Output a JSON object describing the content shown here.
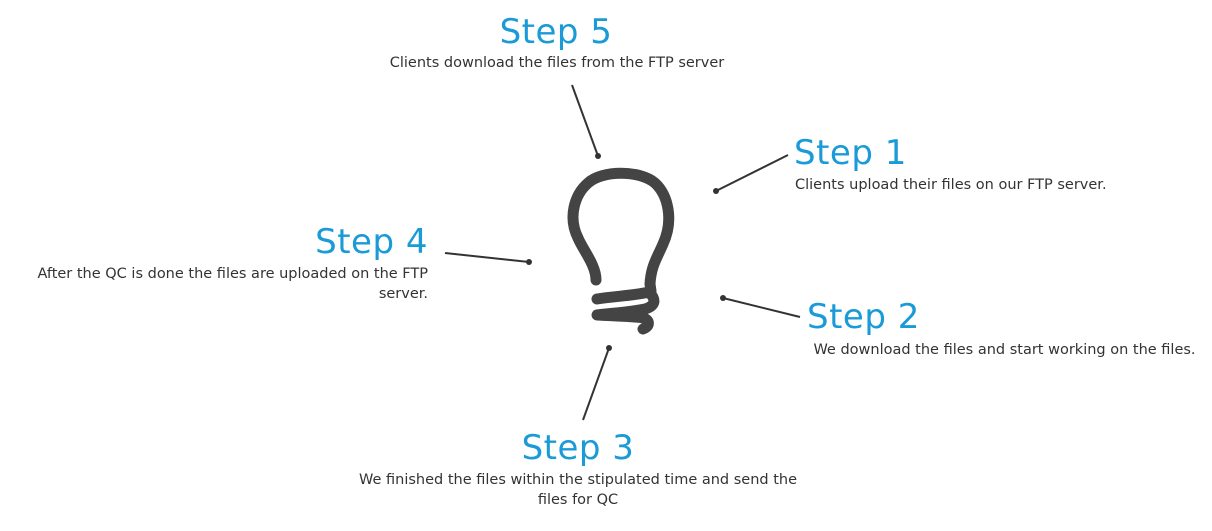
{
  "diagram": {
    "center_icon": "lightbulb-icon",
    "colors": {
      "accent": "#1a9bd7",
      "text": "#333333",
      "connector": "#333333",
      "bulb": "#444444"
    },
    "steps": [
      {
        "title": "Step 1",
        "description": "Clients upload their files on our FTP server."
      },
      {
        "title": "Step 2",
        "description": "We download the files and start working on the files."
      },
      {
        "title": "Step 3",
        "description": "We finished the files within the stipulated  time and send the files for QC"
      },
      {
        "title": "Step 4",
        "description": "After the QC is done the files are uploaded on the FTP server."
      },
      {
        "title": "Step 5",
        "description": "Clients download the files from the FTP server"
      }
    ]
  }
}
